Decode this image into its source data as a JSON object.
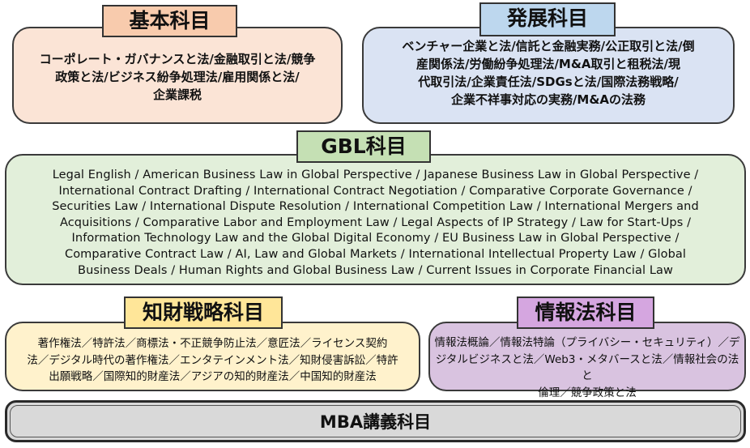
{
  "basic": {
    "title": "基本科目",
    "lines": [
      "コーポレート・ガバナンスと法/金融取引と法/競争",
      "政策と法/ビジネス紛争処理法/雇用関係と法/",
      "企業課税"
    ]
  },
  "development": {
    "title": "発展科目",
    "lines": [
      "ベンチャー企業と法/信託と金融実務/公正取引と法/倒",
      "産関係法/労働紛争処理法/M&A取引と租税法/現",
      "代取引法/企業責任法/SDGsと法/国際法務戦略/",
      "企業不祥事対応の実務/M&Aの法務"
    ]
  },
  "gbl": {
    "title": "GBL科目",
    "lines": [
      "Legal English / American Business Law in Global Perspective / Japanese Business Law in Global Perspective /",
      "International Contract Drafting / International Contract Negotiation / Comparative Corporate Governance /",
      "Securities Law / International Dispute Resolution / International Competition Law / International Mergers and",
      "Acquisitions / Comparative Labor and Employment Law / Legal Aspects of IP Strategy / Law for Start-Ups /",
      "Information Technology Law and the Global Digital Economy / EU Business Law in Global Perspective /",
      "Comparative Contract Law / AI, Law and Global Markets / International Intellectual Property Law / Global",
      "Business Deals / Human Rights and Global Business Law / Current Issues in Corporate Financial Law"
    ]
  },
  "ip": {
    "title": "知財戦略科目",
    "lines": [
      "著作権法／特許法／商標法・不正競争防止法／意匠法／ライセンス契約",
      "法／デジタル時代の著作権法／エンタテインメント法／知財侵害訴訟／特許",
      "出願戦略／国際知的財産法／アジアの知的財産法／中国知的財産法"
    ]
  },
  "info": {
    "title": "情報法科目",
    "lines": [
      "情報法概論／情報法特論（プライバシー・セキュリティ）／デ",
      "ジタルビジネスと法／Web3・メタバースと法／情報社会の法と",
      "倫理／競争政策と法"
    ]
  },
  "mba": {
    "title": "MBA講義科目"
  }
}
